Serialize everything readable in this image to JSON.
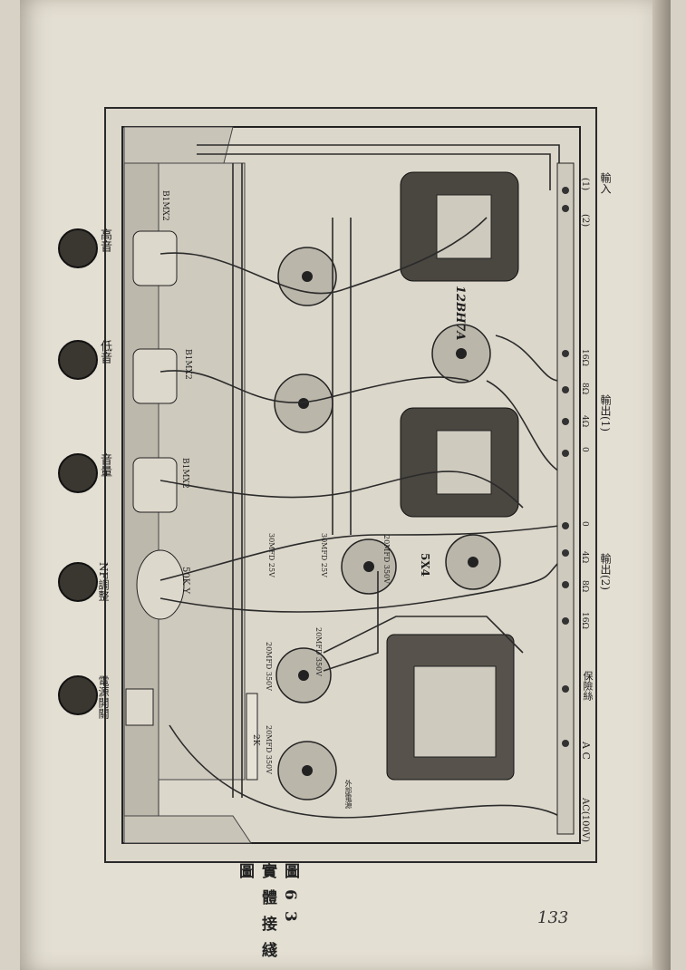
{
  "caption": "圖63 實體接綫圖",
  "page_number": "133",
  "knobs": [
    {
      "label": "高音"
    },
    {
      "label": "低音"
    },
    {
      "label": "音量"
    },
    {
      "label": "NF調整"
    },
    {
      "label": "電源開關"
    }
  ],
  "terminals": {
    "input": "輸入",
    "input_pins": [
      "(2)",
      "(1)"
    ],
    "output1": "輸出(1)",
    "output1_taps": [
      "16Ω",
      "8Ω",
      "4Ω",
      "0"
    ],
    "output2": "輸出(2)",
    "output2_taps": [
      "0",
      "4Ω",
      "8Ω",
      "16Ω"
    ],
    "fuse": "保險絲",
    "ac": "A C",
    "ac_in": "AC(100V)"
  },
  "components": {
    "tube_output": "12BH7A",
    "tube_rect": "5X4",
    "cap_b1": "B1MX2",
    "cap_b2": "B1MX2",
    "cap_b3": "B1MX2",
    "pot": "50K Y",
    "c1": "30MFD 25V",
    "c2": "30MFD 25V",
    "c3": "20MFD 350V",
    "c4": "20MFD 350V",
    "c5": "20MFD 350V",
    "c6": "20MFD 350V",
    "res_2k": "2K",
    "outer_shield": "外部電源"
  }
}
